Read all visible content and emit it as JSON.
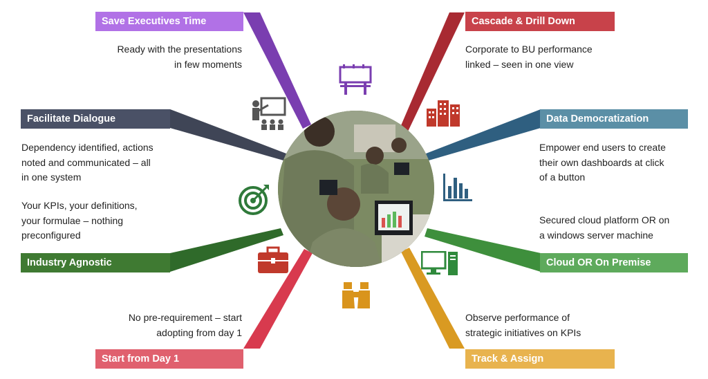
{
  "items": [
    {
      "title": "Save Executives Time",
      "desc": [
        "Ready with the presentations",
        "in few moments"
      ],
      "color": "#b171e6",
      "icon": "billboard-icon"
    },
    {
      "title": "Facilitate Dialogue",
      "desc": [
        "Dependency identified, actions",
        "noted and communicated – all",
        "in one system"
      ],
      "color": "#4a5166",
      "icon": "presentation-icon"
    },
    {
      "title": "Industry Agnostic",
      "desc": [
        "Your KPIs, your definitions,",
        "your formulae – nothing",
        "preconfigured"
      ],
      "color": "#3f7a32",
      "icon": "target-icon"
    },
    {
      "title": "Start from Day 1",
      "desc": [
        "No pre-requirement – start",
        "adopting from day 1"
      ],
      "color": "#e0606e",
      "icon": "briefcase-icon"
    },
    {
      "title": "Cascade & Drill Down",
      "desc": [
        "Corporate to BU performance",
        "linked – seen in one view"
      ],
      "color": "#c8424a",
      "icon": "buildings-icon"
    },
    {
      "title": "Data Democratization",
      "desc": [
        "Empower end users to create",
        "their own dashboards at click",
        "of a button"
      ],
      "color": "#5b8fa6",
      "icon": "bar-chart-icon"
    },
    {
      "title": "Cloud OR On Premise",
      "desc": [
        "Secured cloud platform OR on",
        "a windows server machine"
      ],
      "color": "#5eaa5c",
      "icon": "desktop-computer-icon"
    },
    {
      "title": "Track & Assign",
      "desc": [
        "Observe performance  of",
        "strategic initiatives on KPIs"
      ],
      "color": "#e8b34e",
      "icon": "binoculars-icon"
    }
  ]
}
